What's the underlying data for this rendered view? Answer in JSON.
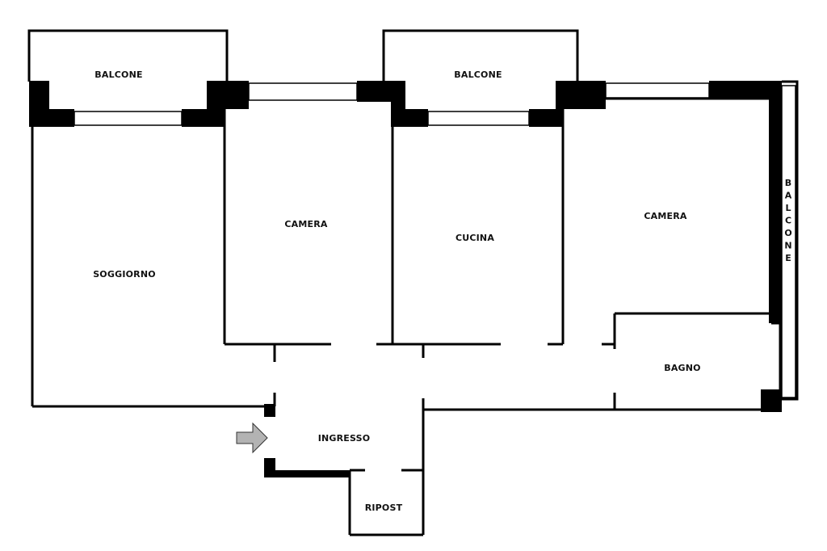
{
  "rooms": {
    "balcone_left": "BALCONE",
    "balcone_center": "BALCONE",
    "balcone_right": "BALCONE",
    "soggiorno": "SOGGIORNO",
    "camera_left": "CAMERA",
    "cucina": "CUCINA",
    "camera_right": "CAMERA",
    "bagno": "BAGNO",
    "ingresso": "INGRESSO",
    "ripost": "RIPOST"
  },
  "colors": {
    "wall": "#000000",
    "background": "#ffffff",
    "arrow_fill": "#b3b3b3",
    "arrow_stroke": "#333333"
  },
  "entrance": {
    "icon": "entrance-arrow-icon"
  }
}
